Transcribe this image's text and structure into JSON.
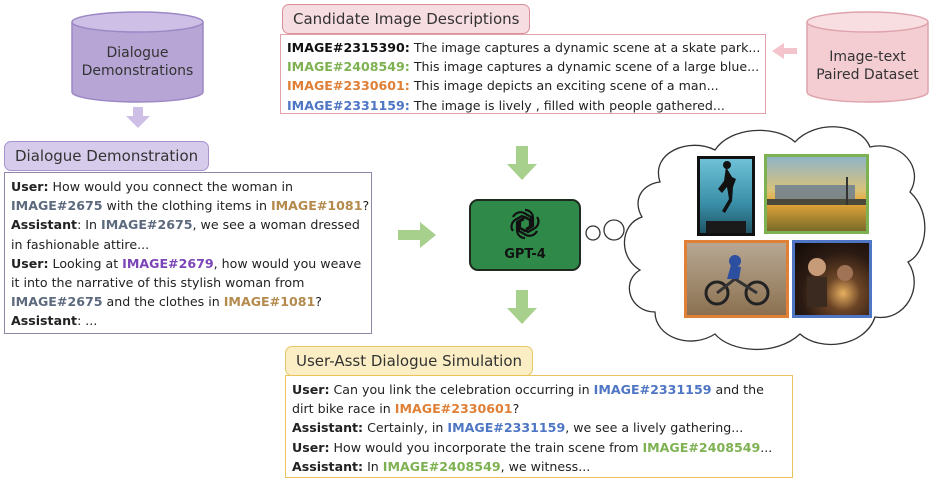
{
  "cylinders": {
    "dialogue_demonstrations": [
      "Dialogue",
      "Demonstrations"
    ],
    "image_text_dataset": [
      "Image-text",
      "Paired Dataset"
    ]
  },
  "headers": {
    "candidate": "Candidate Image Descriptions",
    "dialogue_demo": "Dialogue Demonstration",
    "simulation": "User-Asst Dialogue Simulation"
  },
  "candidates": [
    {
      "id": "IMAGE#2315390:",
      "text": " The image captures a dynamic scene at a skate park..."
    },
    {
      "id": "IMAGE#2408549:",
      "text": " This image captures a dynamic scene of a large blue..."
    },
    {
      "id": "IMAGE#2330601:",
      "text": " This image depicts an exciting scene of a man..."
    },
    {
      "id": "IMAGE#2331159:",
      "text": " The image is lively , filled with people gathered..."
    }
  ],
  "demo": {
    "l1_spk": "User:",
    "l1_a": " How would you connect the woman in",
    "l2_img1": "IMAGE#2675",
    "l2_a": " with the clothing items in ",
    "l2_img2": "IMAGE#1081",
    "l2_b": "?",
    "l3_spk": "Assistant",
    "l3_a": ": In ",
    "l3_img": "IMAGE#2675",
    "l3_b": ", we see a woman dressed",
    "l4": "in fashionable attire...",
    "l5_spk": "User:",
    "l5_a": " Looking at ",
    "l5_img": "IMAGE#2679",
    "l5_b": ", how would you weave",
    "l6": "it into the narrative of this stylish woman from",
    "l7_img1": "IMAGE#2675",
    "l7_a": " and the clothes in ",
    "l7_img2": "IMAGE#1081",
    "l7_b": "?",
    "l8_spk": "Assistant",
    "l8_a": ": ..."
  },
  "gpt": {
    "label": "GPT-4"
  },
  "simulation": {
    "l1_spk": "User:",
    "l1_a": " Can you link the celebration occurring in ",
    "l1_img": "IMAGE#2331159",
    "l1_b": " and the",
    "l2_a": "dirt bike race in ",
    "l2_img": "IMAGE#2330601",
    "l2_b": "?",
    "l3_spk": "Assistant:",
    "l3_a": " Certainly, in ",
    "l3_img": "IMAGE#2331159",
    "l3_b": ", we see a lively gathering...",
    "l4_spk": "User:",
    "l4_a": " How would you incorporate the train scene from ",
    "l4_img": "IMAGE#2408549",
    "l4_b": "...",
    "l5_spk": "Assistant:",
    "l5_a": " In ",
    "l5_img": "IMAGE#2408549",
    "l5_b": ", we witness..."
  },
  "colors": {
    "pink": "#d98e98",
    "purple": "#a892cf",
    "yellow": "#e8c768",
    "arrow_green": "#a8d08d",
    "gpt_green": "#2f8a4a",
    "frame_green": "#7eb152",
    "frame_orange": "#e07f36",
    "frame_blue": "#4e76c4",
    "frame_black": "#111111"
  }
}
